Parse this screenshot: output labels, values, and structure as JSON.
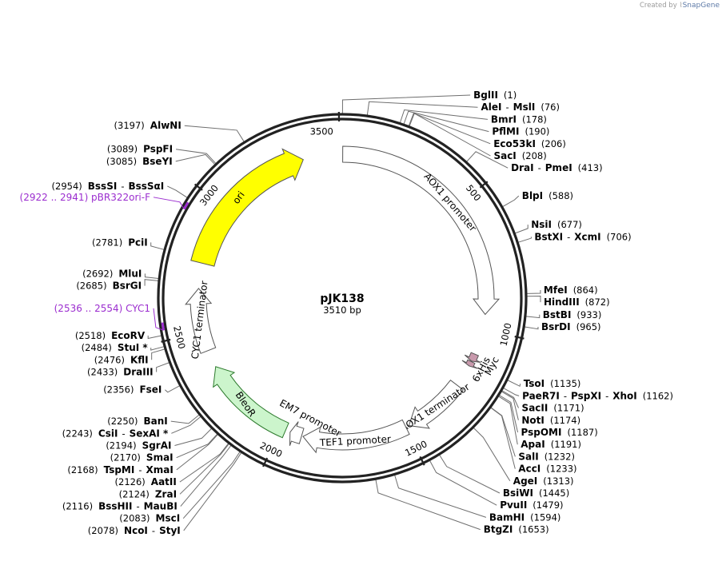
{
  "credit": {
    "prefix": "Created by",
    "brand": "SnapGene"
  },
  "plasmid": {
    "name": "pJK138",
    "size_label": "3510 bp",
    "length": 3510
  },
  "ticks": [
    {
      "pos": 500,
      "label": "500"
    },
    {
      "pos": 1000,
      "label": "1000"
    },
    {
      "pos": 1500,
      "label": "1500"
    },
    {
      "pos": 2000,
      "label": "2000"
    },
    {
      "pos": 2500,
      "label": "2500"
    },
    {
      "pos": 3000,
      "label": "3000"
    },
    {
      "pos": 3500,
      "label": "3500"
    }
  ],
  "sites": [
    {
      "parts": [
        {
          "t": "BglII",
          "b": true
        },
        {
          "t": "(1)",
          "b": false
        }
      ],
      "pos": 1
    },
    {
      "parts": [
        {
          "t": "AleI",
          "b": true
        },
        {
          "t": "-",
          "b": false
        },
        {
          "t": "MslI",
          "b": true
        },
        {
          "t": "(76)",
          "b": false
        }
      ],
      "pos": 76
    },
    {
      "parts": [
        {
          "t": "BmrI",
          "b": true
        },
        {
          "t": "(178)",
          "b": false
        }
      ],
      "pos": 178
    },
    {
      "parts": [
        {
          "t": "PflMI",
          "b": true
        },
        {
          "t": "(190)",
          "b": false
        }
      ],
      "pos": 190
    },
    {
      "parts": [
        {
          "t": "Eco53kI",
          "b": true
        },
        {
          "t": "(206)",
          "b": false
        }
      ],
      "pos": 206
    },
    {
      "parts": [
        {
          "t": "SacI",
          "b": true
        },
        {
          "t": "(208)",
          "b": false
        }
      ],
      "pos": 208
    },
    {
      "parts": [
        {
          "t": "DraI",
          "b": true
        },
        {
          "t": "-",
          "b": false
        },
        {
          "t": "PmeI",
          "b": true
        },
        {
          "t": "(413)",
          "b": false
        }
      ],
      "pos": 413
    },
    {
      "parts": [
        {
          "t": "BlpI",
          "b": true
        },
        {
          "t": "(588)",
          "b": false
        }
      ],
      "pos": 588
    },
    {
      "parts": [
        {
          "t": "NsiI",
          "b": true
        },
        {
          "t": "(677)",
          "b": false
        }
      ],
      "pos": 677
    },
    {
      "parts": [
        {
          "t": "BstXI",
          "b": true
        },
        {
          "t": "-",
          "b": false
        },
        {
          "t": "XcmI",
          "b": true
        },
        {
          "t": "(706)",
          "b": false
        }
      ],
      "pos": 706
    },
    {
      "parts": [
        {
          "t": "MfeI",
          "b": true
        },
        {
          "t": "(864)",
          "b": false
        }
      ],
      "pos": 864
    },
    {
      "parts": [
        {
          "t": "HindIII",
          "b": true
        },
        {
          "t": "(872)",
          "b": false
        }
      ],
      "pos": 872
    },
    {
      "parts": [
        {
          "t": "BstBI",
          "b": true
        },
        {
          "t": "(933)",
          "b": false
        }
      ],
      "pos": 933
    },
    {
      "parts": [
        {
          "t": "BsrDI",
          "b": true
        },
        {
          "t": "(965)",
          "b": false
        }
      ],
      "pos": 965
    },
    {
      "parts": [
        {
          "t": "TsoI",
          "b": true
        },
        {
          "t": "(1135)",
          "b": false
        }
      ],
      "pos": 1135
    },
    {
      "parts": [
        {
          "t": "PaeR7I",
          "b": true
        },
        {
          "t": "-",
          "b": false
        },
        {
          "t": "PspXI",
          "b": true
        },
        {
          "t": "-",
          "b": false
        },
        {
          "t": "XhoI",
          "b": true
        },
        {
          "t": "(1162)",
          "b": false
        }
      ],
      "pos": 1162
    },
    {
      "parts": [
        {
          "t": "SacII",
          "b": true
        },
        {
          "t": "(1171)",
          "b": false
        }
      ],
      "pos": 1171
    },
    {
      "parts": [
        {
          "t": "NotI",
          "b": true
        },
        {
          "t": "(1174)",
          "b": false
        }
      ],
      "pos": 1174
    },
    {
      "parts": [
        {
          "t": "PspOMI",
          "b": true
        },
        {
          "t": "(1187)",
          "b": false
        }
      ],
      "pos": 1187
    },
    {
      "parts": [
        {
          "t": "ApaI",
          "b": true
        },
        {
          "t": "(1191)",
          "b": false
        }
      ],
      "pos": 1191
    },
    {
      "parts": [
        {
          "t": "SalI",
          "b": true
        },
        {
          "t": "(1232)",
          "b": false
        }
      ],
      "pos": 1232
    },
    {
      "parts": [
        {
          "t": "AccI",
          "b": true
        },
        {
          "t": "(1233)",
          "b": false
        }
      ],
      "pos": 1233
    },
    {
      "parts": [
        {
          "t": "AgeI",
          "b": true
        },
        {
          "t": "(1313)",
          "b": false
        }
      ],
      "pos": 1313
    },
    {
      "parts": [
        {
          "t": "BsiWI",
          "b": true
        },
        {
          "t": "(1445)",
          "b": false
        }
      ],
      "pos": 1445
    },
    {
      "parts": [
        {
          "t": "PvuII",
          "b": true
        },
        {
          "t": "(1479)",
          "b": false
        }
      ],
      "pos": 1479
    },
    {
      "parts": [
        {
          "t": "BamHI",
          "b": true
        },
        {
          "t": "(1594)",
          "b": false
        }
      ],
      "pos": 1594
    },
    {
      "parts": [
        {
          "t": "BtgZI",
          "b": true
        },
        {
          "t": "(1653)",
          "b": false
        }
      ],
      "pos": 1653
    },
    {
      "parts": [
        {
          "t": "(2078)",
          "b": false
        },
        {
          "t": "NcoI",
          "b": true
        },
        {
          "t": "-",
          "b": false
        },
        {
          "t": "StyI",
          "b": true
        }
      ],
      "pos": 2078
    },
    {
      "parts": [
        {
          "t": "(2083)",
          "b": false
        },
        {
          "t": "MscI",
          "b": true
        }
      ],
      "pos": 2083
    },
    {
      "parts": [
        {
          "t": "(2116)",
          "b": false
        },
        {
          "t": "BssHII",
          "b": true
        },
        {
          "t": "-",
          "b": false
        },
        {
          "t": "MauBI",
          "b": true
        }
      ],
      "pos": 2116
    },
    {
      "parts": [
        {
          "t": "(2124)",
          "b": false
        },
        {
          "t": "ZraI",
          "b": true
        }
      ],
      "pos": 2124
    },
    {
      "parts": [
        {
          "t": "(2126)",
          "b": false
        },
        {
          "t": "AatII",
          "b": true
        }
      ],
      "pos": 2126
    },
    {
      "parts": [
        {
          "t": "(2168)",
          "b": false
        },
        {
          "t": "TspMI",
          "b": true
        },
        {
          "t": "-",
          "b": false
        },
        {
          "t": "XmaI",
          "b": true
        }
      ],
      "pos": 2168
    },
    {
      "parts": [
        {
          "t": "(2170)",
          "b": false
        },
        {
          "t": "SmaI",
          "b": true
        }
      ],
      "pos": 2170
    },
    {
      "parts": [
        {
          "t": "(2194)",
          "b": false
        },
        {
          "t": "SgrAI",
          "b": true
        }
      ],
      "pos": 2194
    },
    {
      "parts": [
        {
          "t": "(2243)",
          "b": false
        },
        {
          "t": "CsiI",
          "b": true
        },
        {
          "t": "-",
          "b": false
        },
        {
          "t": "SexAI *",
          "b": true
        }
      ],
      "pos": 2243
    },
    {
      "parts": [
        {
          "t": "(2250)",
          "b": false
        },
        {
          "t": "BanI",
          "b": true
        }
      ],
      "pos": 2250
    },
    {
      "parts": [
        {
          "t": "(2356)",
          "b": false
        },
        {
          "t": "FseI",
          "b": true
        }
      ],
      "pos": 2356
    },
    {
      "parts": [
        {
          "t": "(2433)",
          "b": false
        },
        {
          "t": "DraIII",
          "b": true
        }
      ],
      "pos": 2433
    },
    {
      "parts": [
        {
          "t": "(2476)",
          "b": false
        },
        {
          "t": "KflI",
          "b": true
        }
      ],
      "pos": 2476
    },
    {
      "parts": [
        {
          "t": "(2484)",
          "b": false
        },
        {
          "t": "StuI *",
          "b": true
        }
      ],
      "pos": 2484
    },
    {
      "parts": [
        {
          "t": "(2518)",
          "b": false
        },
        {
          "t": "EcoRV",
          "b": true
        }
      ],
      "pos": 2518
    },
    {
      "parts": [
        {
          "t": "(2685)",
          "b": false
        },
        {
          "t": "BsrGI",
          "b": true
        }
      ],
      "pos": 2685
    },
    {
      "parts": [
        {
          "t": "(2692)",
          "b": false
        },
        {
          "t": "MluI",
          "b": true
        }
      ],
      "pos": 2692
    },
    {
      "parts": [
        {
          "t": "(2781)",
          "b": false
        },
        {
          "t": "PciI",
          "b": true
        }
      ],
      "pos": 2781
    },
    {
      "parts": [
        {
          "t": "(2954)",
          "b": false
        },
        {
          "t": "BssSI",
          "b": true
        },
        {
          "t": "-",
          "b": false
        },
        {
          "t": "BssSαI",
          "b": true
        }
      ],
      "pos": 2954
    },
    {
      "parts": [
        {
          "t": "(3085)",
          "b": false
        },
        {
          "t": "BseYI",
          "b": true
        }
      ],
      "pos": 3085
    },
    {
      "parts": [
        {
          "t": "(3089)",
          "b": false
        },
        {
          "t": "PspFI",
          "b": true
        }
      ],
      "pos": 3089
    },
    {
      "parts": [
        {
          "t": "(3197)",
          "b": false
        },
        {
          "t": "AlwNI",
          "b": true
        }
      ],
      "pos": 3197
    }
  ],
  "primers": [
    {
      "label": "(2922 .. 2941)  pBR322ori-F",
      "pos": 2931
    },
    {
      "label": "(2536 .. 2554)  CYC1",
      "pos": 2545
    }
  ],
  "features": [
    {
      "name": "AOX1 promoter",
      "start": 2,
      "end": 941,
      "color": "#ffffff"
    },
    {
      "name": "6xHis",
      "start": 1133,
      "end": 1152,
      "color": "#c899ac"
    },
    {
      "name": "Myc",
      "start": 1101,
      "end": 1131,
      "color": "#c899ac"
    },
    {
      "name": "AOX1 terminator",
      "start": 1240,
      "end": 1486,
      "color": "#ffffff"
    },
    {
      "name": "TEF1 promoter",
      "start": 1499,
      "end": 1909,
      "color": "#ffffff"
    },
    {
      "name": "EM7 promoter",
      "start": 1915,
      "end": 1962,
      "color": "#ffffff"
    },
    {
      "name": "BleoR",
      "start": 1981,
      "end": 2355,
      "color": "#ccf5cc"
    },
    {
      "name": "CYC1 terminator",
      "start": 2424,
      "end": 2670,
      "color": "#ffffff"
    },
    {
      "name": "ori",
      "start": 2769,
      "end": 3357,
      "color": "#ffff00"
    }
  ]
}
